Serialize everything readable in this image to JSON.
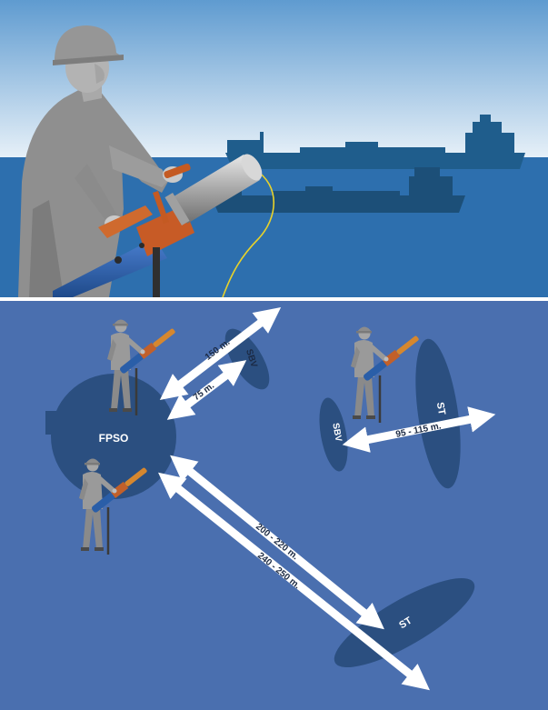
{
  "colors": {
    "sky_top": "#5f9bd0",
    "sky_bottom": "#e6f0f8",
    "sea": "#2d6fae",
    "ship_far": "#1f5d8c",
    "ship_near": "#1c4f78",
    "diagram_bg": "#4a6faf",
    "vessel": "#2b4f80",
    "arrow": "#ffffff",
    "label_light": "#ffffff",
    "label_dark": "#1b2a44",
    "figure_gray": "#8a8a8a",
    "figure_dark": "#5c5c5c",
    "launcher_orange": "#d2691e",
    "launcher_blue": "#2a5ea8",
    "launcher_silver": "#c8c8c8",
    "line_yellow": "#e8d22a"
  },
  "vessels": {
    "fpso": "FPSO",
    "sbv_top": "SBV",
    "sbv_right": "SBV",
    "st_right": "ST",
    "st_bottom": "ST"
  },
  "distances": {
    "d150": "150 m.",
    "d75": "75 m.",
    "d95": "95 - 115 m.",
    "d200": "200 - 220 m.",
    "d240": "240 - 250 m."
  },
  "icons": {
    "operator": "person-with-line-launcher-icon",
    "ship": "tanker-ship-icon"
  }
}
